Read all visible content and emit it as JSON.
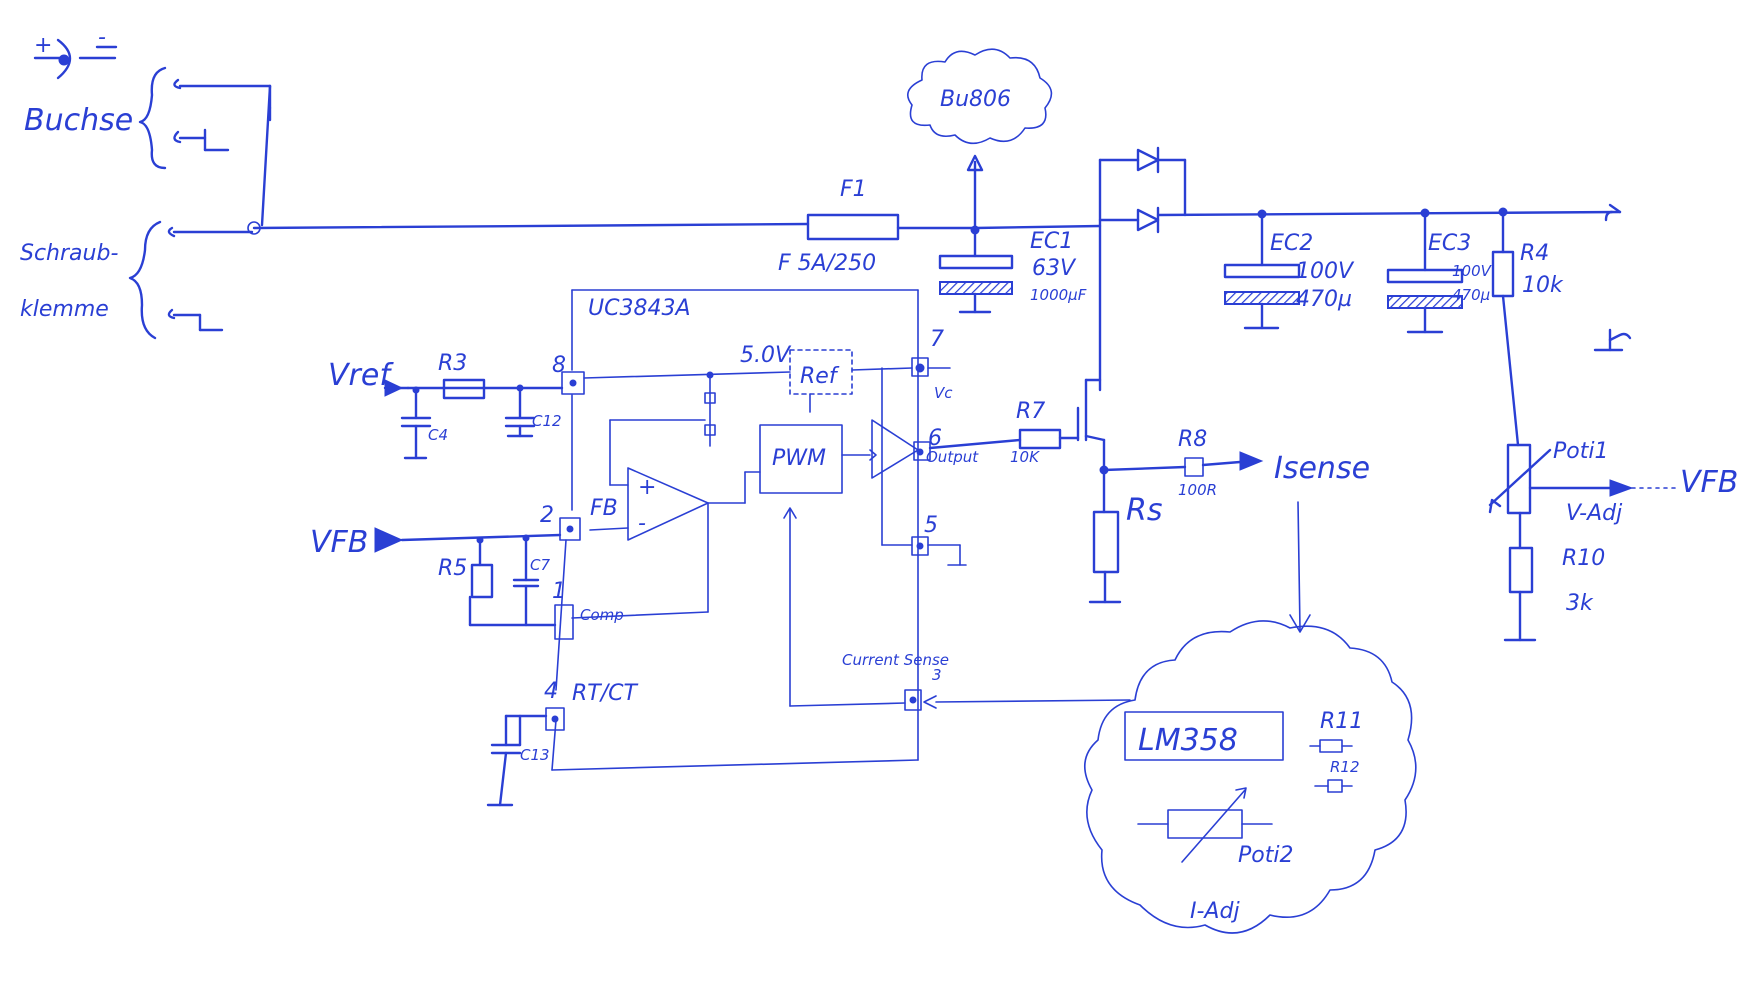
{
  "ink_color": "#2a3fd4",
  "paper_color": "#ffffff",
  "labels": {
    "polarity_plus": "+",
    "polarity_minus": "-",
    "buchse": "Buchse",
    "schraub": "Schraub-",
    "klemme": "klemme",
    "f1": "F1",
    "fuse_rating": "F 5A/250",
    "transistor": "Bu806",
    "ec1": "EC1",
    "ec1_v": "63V",
    "ec1_c": "1000µF",
    "ec2": "EC2",
    "ec2_v": "100V",
    "ec2_c": "470µ",
    "ec3": "EC3",
    "ec3_v": "100V",
    "ec3_c": "470µ",
    "r4": "R4",
    "r4_val": "10k",
    "uc": "UC3843A",
    "r3": "R3",
    "vref": "Vref",
    "c4": "C4",
    "c12": "C12",
    "pin8": "8",
    "ref_v": "5.0V",
    "ref": "Ref",
    "pin7": "7",
    "vc": "Vc",
    "pwm": "PWM",
    "pin6": "6",
    "output": "Output",
    "r7": "R7",
    "r7_val": "10K",
    "r8": "R8",
    "r8_val": "100R",
    "isense": "Isense",
    "rs": "Rs",
    "vfb_left": "VFB",
    "pin2": "2",
    "fb": "FB",
    "plus": "+",
    "minus": "-",
    "r5": "R5",
    "c7": "C7",
    "pin1": "1",
    "comp": "Comp",
    "pin5": "5",
    "pin4": "4",
    "rtct": "RT/CT",
    "c13": "C13",
    "current_sense": "Current Sense",
    "pin3": "3",
    "lm358": "LM358",
    "r11": "R11",
    "r12": "R12",
    "poti2": "Poti2",
    "i_adj": "I-Adj",
    "poti1": "Poti1",
    "v_adj": "V-Adj",
    "vfb_right": "VFB",
    "r10": "R10",
    "r10_val": "3k"
  }
}
